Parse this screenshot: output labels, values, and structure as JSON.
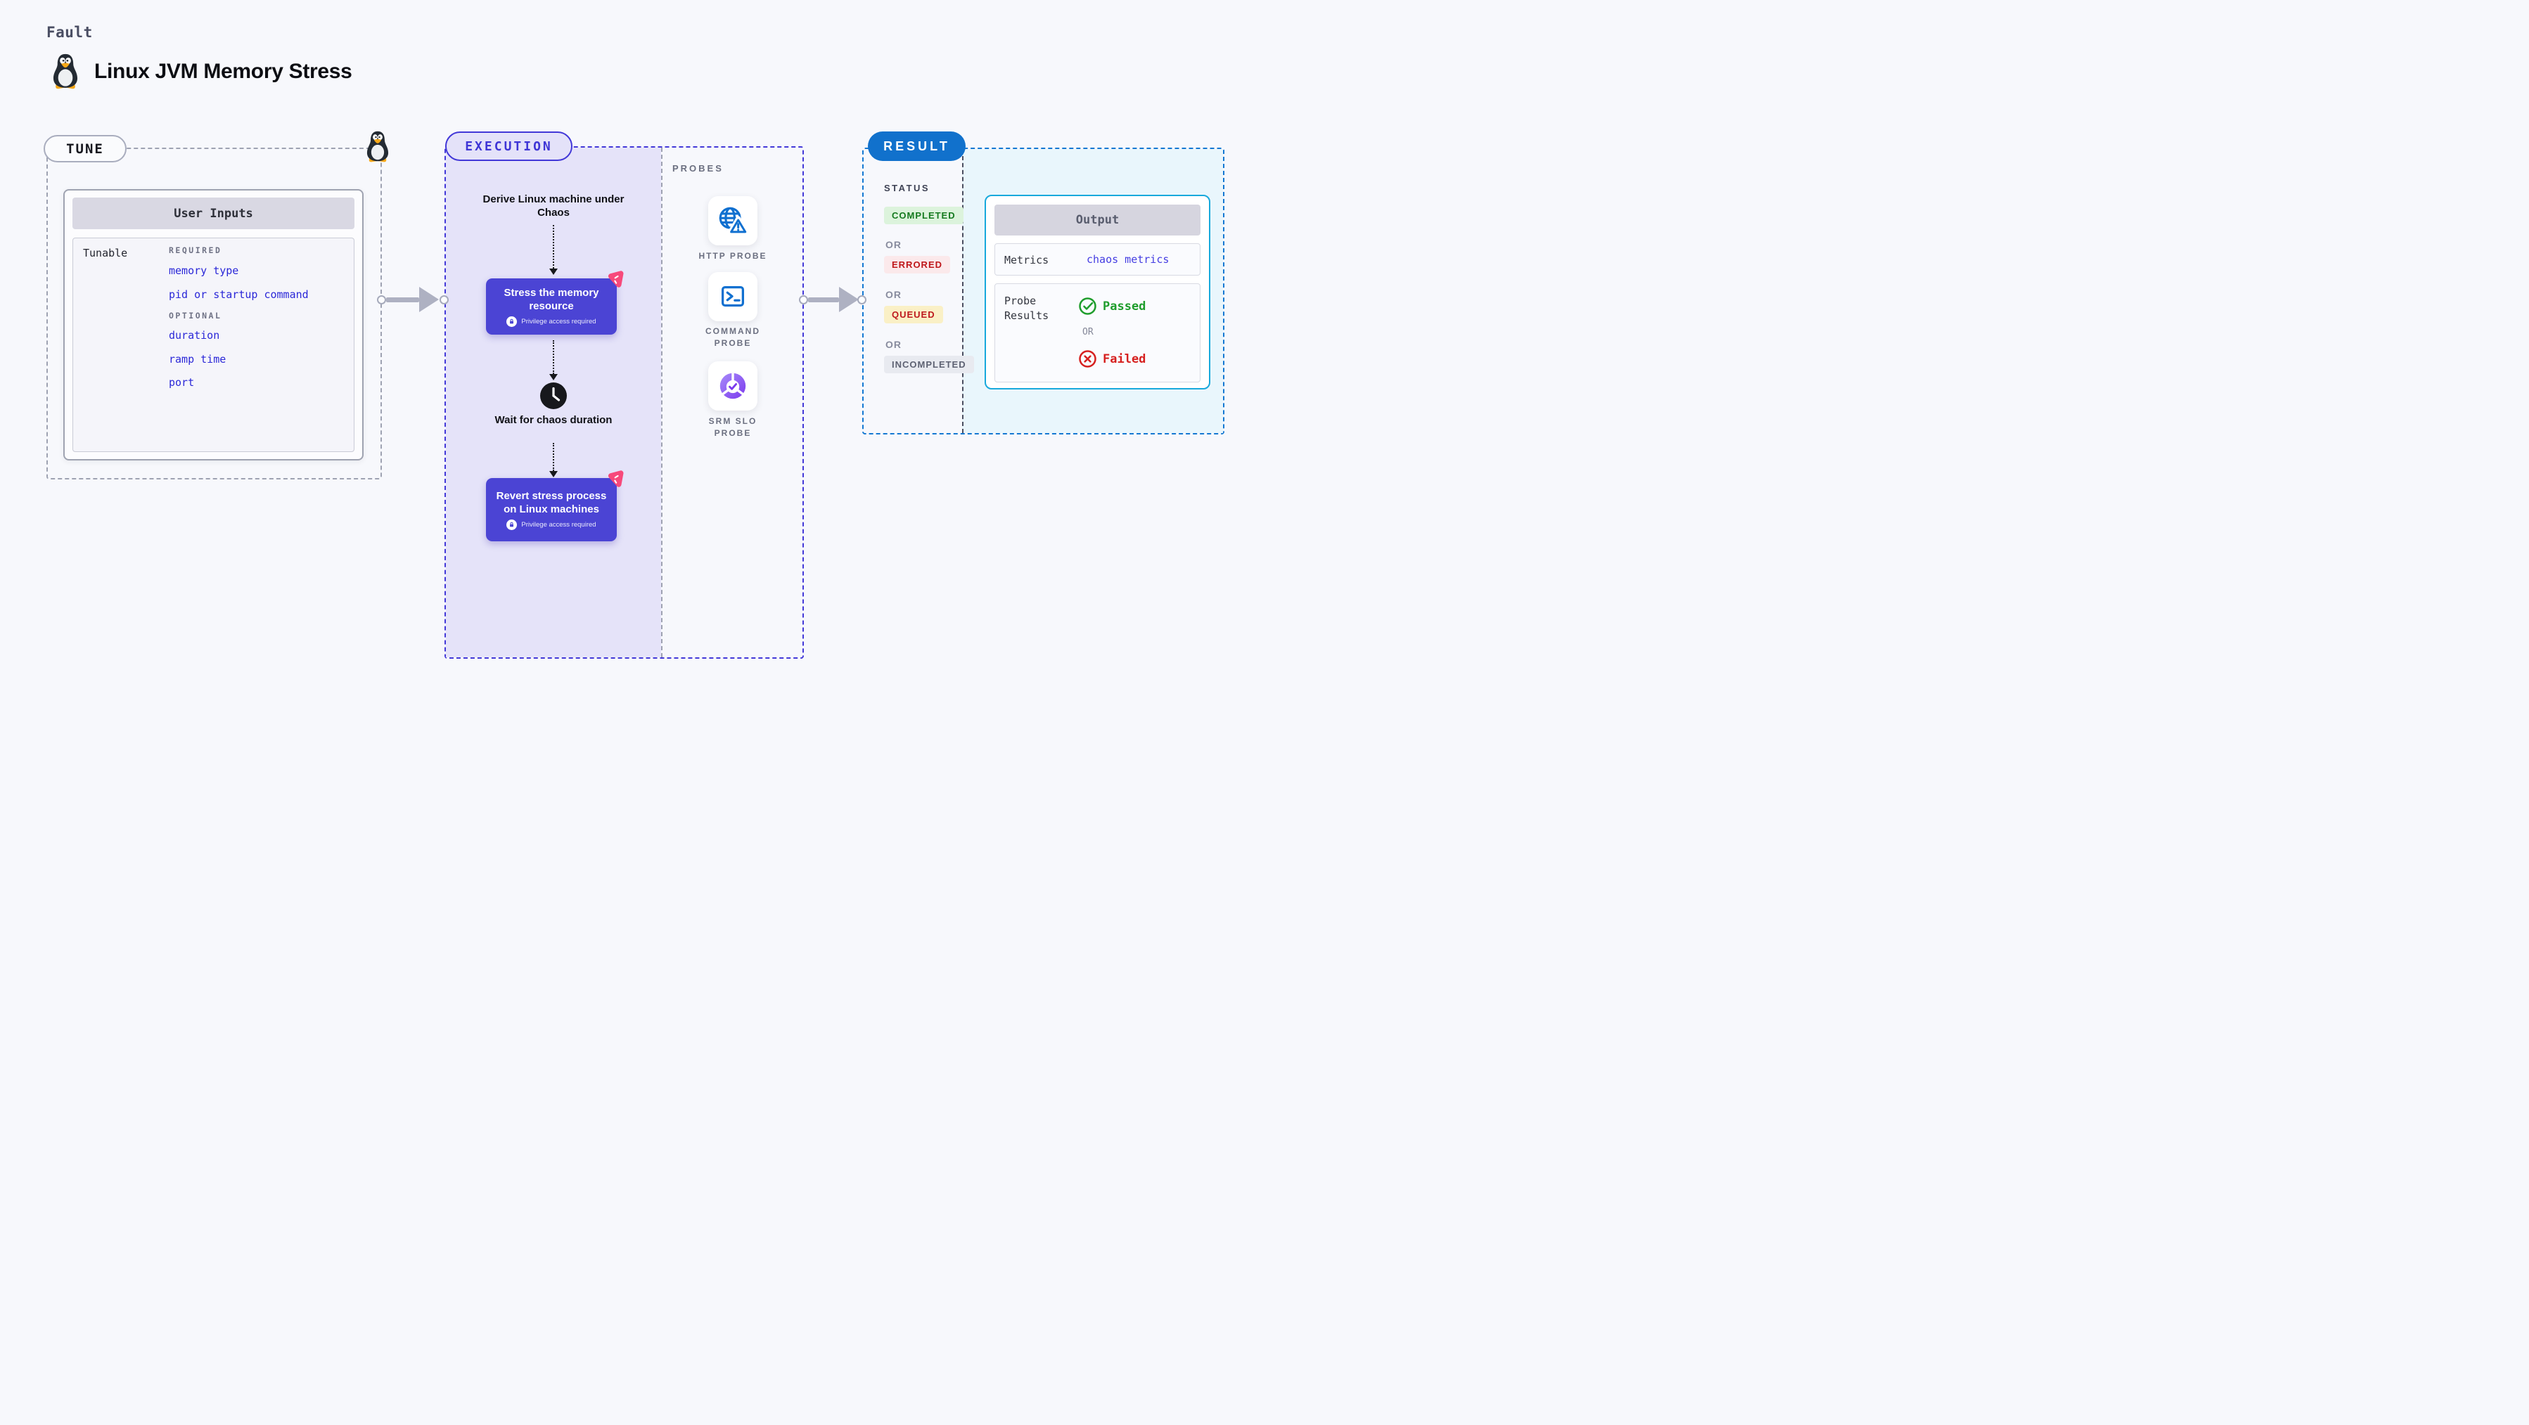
{
  "header": {
    "fault_label": "Fault",
    "title": "Linux JVM Memory Stress",
    "title_icon": "tux-penguin-icon"
  },
  "tune": {
    "pill_label": "TUNE",
    "corner_icon": "tux-penguin-icon",
    "table": {
      "title": "User Inputs",
      "row_label": "Tunable",
      "required_label": "REQUIRED",
      "required_items": [
        "memory type",
        "pid or startup command"
      ],
      "optional_label": "OPTIONAL",
      "optional_items": [
        "duration",
        "ramp time",
        "port"
      ]
    }
  },
  "execution": {
    "pill_label": "EXECUTION",
    "derive_step": "Derive Linux machine under Chaos",
    "stress_card": {
      "title": "Stress the memory resource",
      "privilege_note": "Privilege access required"
    },
    "wait_step": "Wait for chaos duration",
    "revert_card": {
      "title": "Revert stress process on Linux machines",
      "privilege_note": "Privilege access required"
    }
  },
  "probes": {
    "section_label": "PROBES",
    "items": [
      {
        "label": "HTTP PROBE",
        "icon": "globe-warning-icon"
      },
      {
        "label": "COMMAND PROBE",
        "icon": "terminal-icon"
      },
      {
        "label": "SRM SLO PROBE",
        "icon": "slo-pie-check-icon"
      }
    ]
  },
  "result": {
    "pill_label": "RESULT",
    "status_label": "STATUS",
    "or_label": "OR",
    "statuses": [
      "COMPLETED",
      "ERRORED",
      "QUEUED",
      "INCOMPLETED"
    ],
    "output": {
      "title": "Output",
      "metrics_label": "Metrics",
      "metrics_value": "chaos metrics",
      "probe_results_label": "Probe Results",
      "passed_label": "Passed",
      "or_label": "OR",
      "failed_label": "Failed"
    }
  },
  "colors": {
    "page_bg": "#F7F8FC",
    "execution_indigo": "#4238D8",
    "execution_fill": "#E5E3F9",
    "flow_card_indigo": "#4B44D4",
    "chaos_pink": "#F7497B",
    "result_pill_blue": "#1171CC",
    "result_dash_blue": "#1478D2",
    "output_border_cyan": "#18A9DC",
    "output_area_fill": "#E9F6FC",
    "probe_icon_blue": "#1070D0",
    "srm_purple": "#7C3AED",
    "link_blue": "#2B28D8",
    "passed_green": "#1F9D2C",
    "failed_red": "#D6201F",
    "completed_green": "#157A1F",
    "errored_red": "#BF171B",
    "queued_red": "#BE1A1E",
    "incompleted_gray": "#5E6273",
    "arrow_gray": "#AEB1C2"
  }
}
